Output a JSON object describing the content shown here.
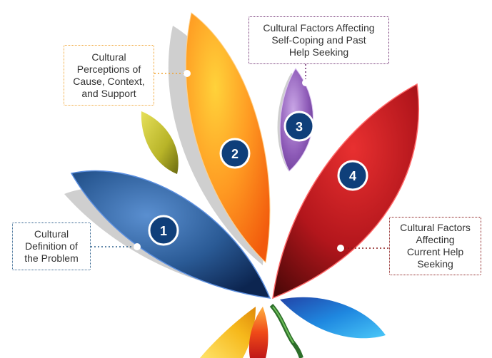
{
  "diagram": {
    "callouts": [
      {
        "number": "1",
        "text": "Cultural\nDefinition of\nthe Problem",
        "color": "#2c5f8c"
      },
      {
        "number": "2",
        "text": "Cultural\nPerceptions of\nCause, Context,\nand Support",
        "color": "#f0a22e"
      },
      {
        "number": "3",
        "text": "Cultural Factors Affecting\nSelf-Coping and Past\nHelp Seeking",
        "color": "#6d2b6f"
      },
      {
        "number": "4",
        "text": "Cultural Factors\nAffecting\nCurrent Help\nSeeking",
        "color": "#8b1a1a"
      }
    ],
    "badge_color": "#0f3f7a",
    "petal_colors": {
      "blue": "#2a5a95",
      "orange": "#ff8a1a",
      "purple": "#8e5bb8",
      "red": "#b3161c",
      "olive": "#b8b428",
      "yellow": "#f6b91c",
      "light_blue": "#1f88e0"
    }
  }
}
